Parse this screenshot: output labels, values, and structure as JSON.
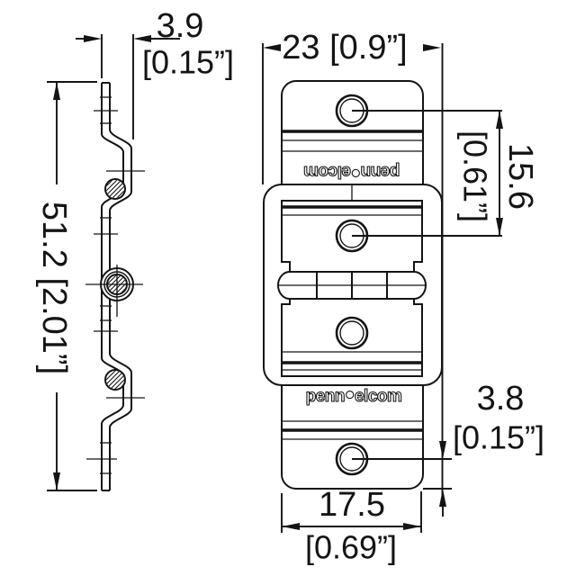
{
  "meta": {
    "drawing_type": "technical-dimension-drawing",
    "background": "#ffffff",
    "line_color": "#141414"
  },
  "brand": {
    "part1": "penn",
    "symbol": "●",
    "part2": "elcom"
  },
  "dims": {
    "thickness_mm": "3.9",
    "thickness_in": "[0.15”]",
    "width": "23 [0.9”]",
    "height": "51.2 [2.01”]",
    "hole_spacing_mm": "15.6",
    "hole_spacing_in": "[0.61”]",
    "hole_edge_mm": "3.8",
    "hole_edge_in": "[0.15”]",
    "plate_width_mm": "17.5",
    "plate_width_in": "[0.69”]"
  }
}
